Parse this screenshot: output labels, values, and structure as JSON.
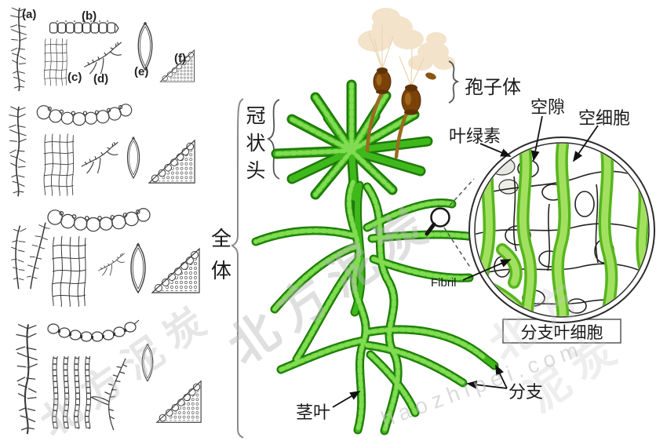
{
  "left_panel": {
    "row1_labels": {
      "a": "(a)",
      "b": "(b)",
      "c": "(c)",
      "d": "(d)",
      "e": "(e)",
      "f": "(f)"
    }
  },
  "plant": {
    "sporophyte": "孢子体",
    "coronal_head": "冠状头",
    "whole_body": "全体",
    "stem_leaf": "茎叶",
    "branch": "分支"
  },
  "cell_inset": {
    "chlorophyll": "叶绿素",
    "pore": "空隙",
    "hyaline_cell": "空细胞",
    "fibril": "Fibril",
    "caption": "分支叶细胞"
  },
  "watermarks": {
    "brand": "北方泥炭",
    "domain": "haozhipei.com"
  },
  "colors": {
    "leaf_green": "#3fb81c",
    "leaf_outline": "#1e7a08",
    "leaf_highlight": "#8ae05a",
    "capsule_brown": "#7b4208",
    "spore_cloud": "#f3e3ca",
    "band_green": "#a2e060",
    "band_edge": "#57b51e",
    "line_black": "#222222",
    "watermark_gray": "#c0c0c0"
  }
}
